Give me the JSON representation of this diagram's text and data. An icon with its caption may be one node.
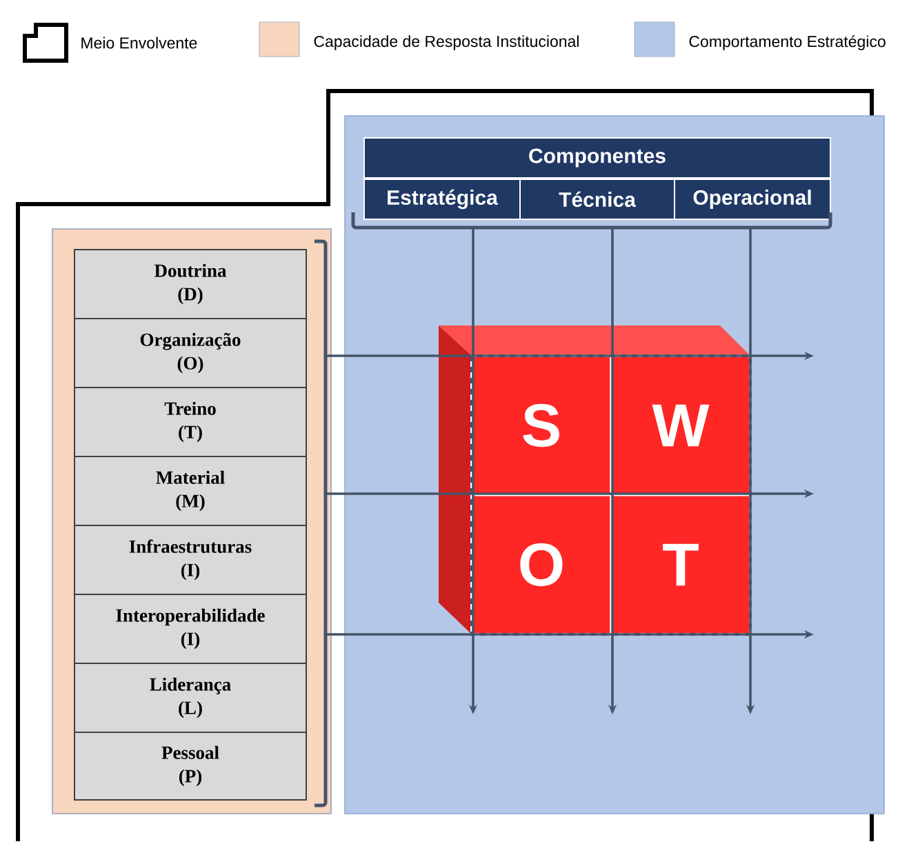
{
  "diagram": {
    "nodes": [
      {
        "text": [],
        "shape": "box"
      },
      {
        "text": [
          "Doutrina (D)"
        ],
        "in": 0
      },
      {
        "text": [
          "Organização (O)"
        ],
        "in": 0
      },
      {
        "text": [
          "Treino (T)"
        ],
        "in": 0
      },
      {
        "text": [
          "Material (M)"
        ],
        "in": 0
      },
      {
        "text": [
          "Infraestruturas (I)"
        ],
        "in": 0
      },
      {
        "text": [
          "Interoperabilidade (I)"
        ],
        "in": 0
      },
      {
        "text": [
          "Liderança (L)"
        ],
        "in": 0
      },
      {
        "text": [
          "Pessoal (P)"
        ],
        "in": 0
      },
      {
        "text": [],
        "shape": "box"
      },
      {
        "text": [
          "Componentes"
        ],
        "in": 9
      },
      {
        "text": [
          "Estratégica"
        ],
        "in": 9
      },
      {
        "text": [
          "Técnica"
        ],
        "in": 9
      },
      {
        "text": [
          "Operacional"
        ],
        "in": 9
      },
      {
        "text": [
          "S"
        ],
        "in": 9
      },
      {
        "text": [
          "W"
        ],
        "in": 9
      },
      {
        "text": [
          "O"
        ],
        "in": 9
      },
      {
        "text": [
          "T"
        ],
        "in": 9
      }
    ],
    "edges": [
      {
        "from": 0,
        "to": null,
        "arrow": "to"
      },
      {
        "from": 0,
        "to": null,
        "arrow": "to"
      },
      {
        "from": 0,
        "to": null,
        "arrow": "to"
      },
      {
        "from": 11,
        "to": null,
        "arrow": "to"
      },
      {
        "from": 12,
        "to": null,
        "arrow": "to"
      },
      {
        "from": 13,
        "to": null,
        "arrow": "to"
      }
    ],
    "legend": [
      {
        "text": "Meio Envolvente"
      },
      {
        "text": "Capacidade de Resposta Institucional",
        "color": "#f8d5bd"
      },
      {
        "text": "Comportamento Estratégico",
        "color": "#b4c7e7"
      }
    ]
  }
}
